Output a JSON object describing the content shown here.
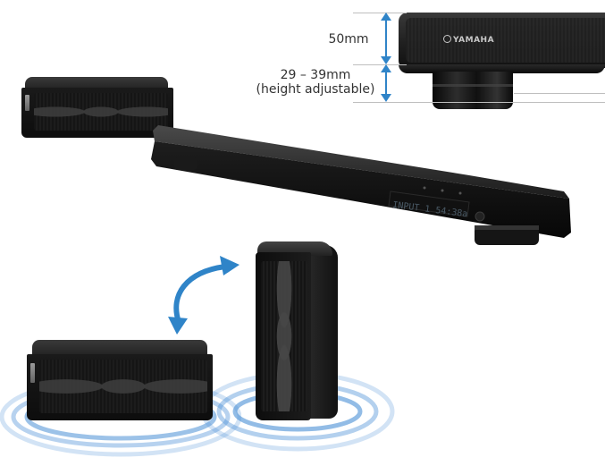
{
  "annotations": {
    "height_main": "50mm",
    "height_feet_line1": "29 – 39mm",
    "height_feet_line2": "(height adjustable)"
  },
  "brand": {
    "logo_text": "YAMAHA"
  },
  "display": {
    "input_label": "INPUT 1",
    "volume_readout": "54:38a"
  },
  "colors": {
    "arrow_blue": "#2f84c8",
    "wave_blue": "#4a8fd6",
    "speaker_body": "#141414",
    "guide_line": "#bfbfbf"
  },
  "icons": {
    "dimension_arrow": "double-vertical-arrow-icon",
    "swap_arrow": "curved-double-arrow-icon"
  }
}
